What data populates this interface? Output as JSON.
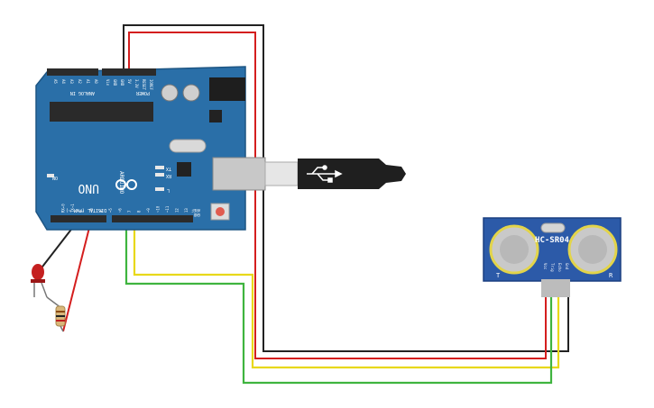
{
  "arduino": {
    "model": "UNO",
    "brand": "ARDUINO",
    "on_label": "ON",
    "tx_label": "TX",
    "rx_label": "RX",
    "l_label": "L",
    "aref_label": "AREF",
    "gnd_label": "GND",
    "digital_label": "DIGITAL (PWM ~)",
    "analog_label": "ANALOG IN",
    "power_label": "POWER",
    "analog_pins": [
      "A5",
      "A4",
      "A3",
      "A2",
      "A1",
      "A0"
    ],
    "power_pins": [
      "Vin",
      "GND",
      "GND",
      "5V",
      "3.3V",
      "RESET",
      "IOREF"
    ],
    "digital_pins": [
      "13",
      "12",
      "~11",
      "~10",
      "~9",
      "8",
      "7",
      "~6",
      "~5",
      "4",
      "~3",
      "2",
      "TX→1",
      "RX←0"
    ]
  },
  "sensor": {
    "model": "HC-SR04",
    "pins": [
      "Vcc",
      "Trig",
      "Echo",
      "Gnd"
    ],
    "left_mark": "T",
    "right_mark": "R"
  },
  "colors": {
    "board": "#2a6fa8",
    "board_dark": "#1d5583",
    "wire_black": "#222222",
    "wire_red": "#d41e1e",
    "wire_yellow": "#e8d81a",
    "wire_green": "#3fb43f",
    "sensor_board": "#2c5aa8"
  }
}
